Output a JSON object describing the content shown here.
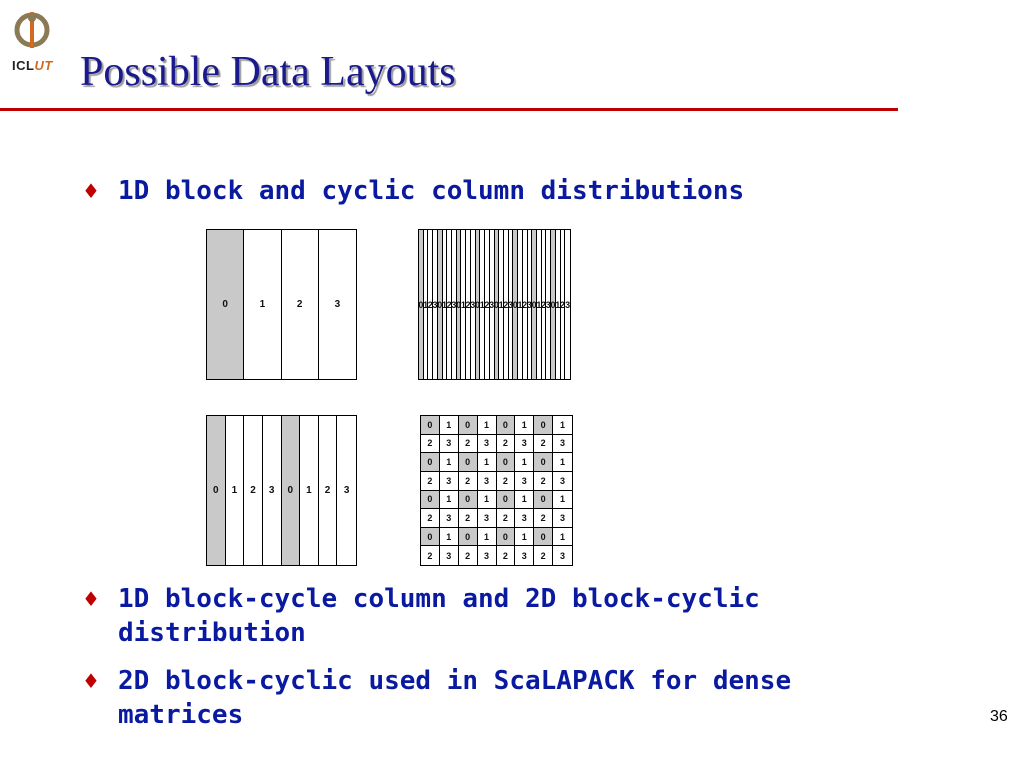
{
  "logo": {
    "text_icl": "ICL",
    "text_ut": "UT"
  },
  "title": "Possible Data Layouts",
  "bullets": [
    {
      "marker": "♦",
      "text": "1D block and cyclic column distributions"
    },
    {
      "marker": "♦",
      "text": "1D block-cycle column and 2D block-cyclic distribution"
    },
    {
      "marker": "♦",
      "text": "2D block-cyclic used in ScaLAPACK for dense matrices"
    }
  ],
  "diagrams": {
    "block": {
      "labels": [
        "0",
        "1",
        "2",
        "3"
      ],
      "shaded": [
        true,
        false,
        false,
        false
      ]
    },
    "cyclic": {
      "labels": [
        "0",
        "1",
        "2",
        "3",
        "0",
        "1",
        "2",
        "3",
        "0",
        "1",
        "2",
        "3",
        "0",
        "1",
        "2",
        "3",
        "0",
        "1",
        "2",
        "3",
        "0",
        "1",
        "2",
        "3",
        "0",
        "1",
        "2",
        "3",
        "0",
        "1",
        "2",
        "3"
      ],
      "shaded_process": "0"
    },
    "block_cyclic": {
      "labels": [
        "0",
        "1",
        "2",
        "3",
        "0",
        "1",
        "2",
        "3"
      ],
      "shaded_process": "0"
    },
    "block_cyclic_2d": {
      "rows": [
        [
          "0",
          "1",
          "0",
          "1",
          "0",
          "1",
          "0",
          "1"
        ],
        [
          "2",
          "3",
          "2",
          "3",
          "2",
          "3",
          "2",
          "3"
        ],
        [
          "0",
          "1",
          "0",
          "1",
          "0",
          "1",
          "0",
          "1"
        ],
        [
          "2",
          "3",
          "2",
          "3",
          "2",
          "3",
          "2",
          "3"
        ],
        [
          "0",
          "1",
          "0",
          "1",
          "0",
          "1",
          "0",
          "1"
        ],
        [
          "2",
          "3",
          "2",
          "3",
          "2",
          "3",
          "2",
          "3"
        ],
        [
          "0",
          "1",
          "0",
          "1",
          "0",
          "1",
          "0",
          "1"
        ],
        [
          "2",
          "3",
          "2",
          "3",
          "2",
          "3",
          "2",
          "3"
        ]
      ],
      "shaded_process": "0"
    }
  },
  "colors": {
    "title": "#1a1a8c",
    "bullet_text": "#0a1aa0",
    "marker": "#c00000",
    "rule": "#c00000",
    "shade": "#c9c9c9"
  },
  "page_number": "36"
}
